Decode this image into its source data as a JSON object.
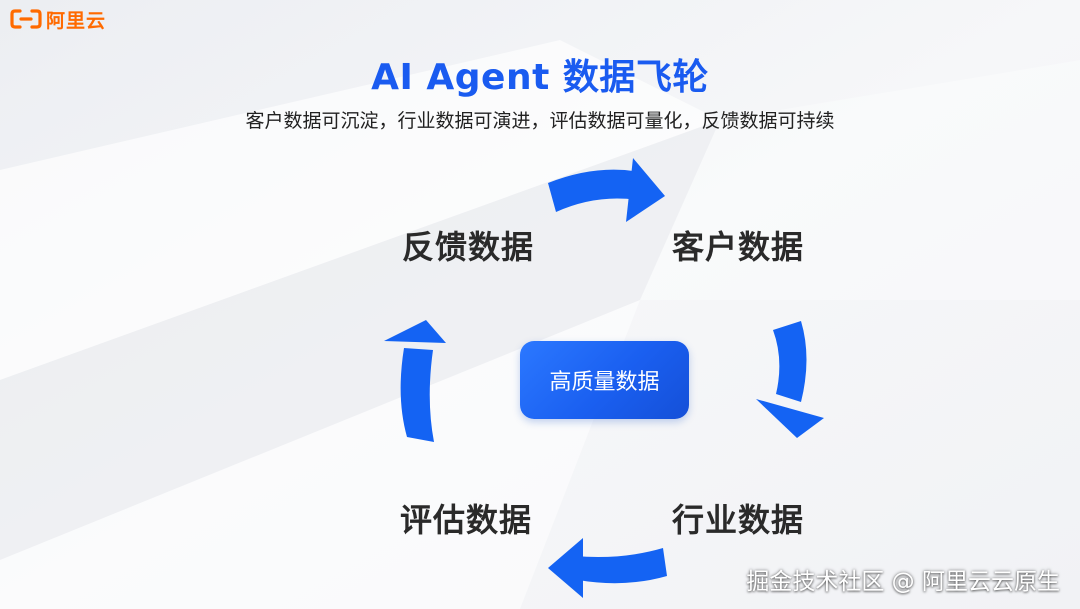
{
  "brand": {
    "logo_text": "阿里云",
    "color": "#ff6a00"
  },
  "title": "AI Agent 数据飞轮",
  "subtitle": "客户数据可沉淀，行业数据可演进，评估数据可量化，反馈数据可持续",
  "center_label": "高质量数据",
  "nodes": {
    "top_right": "客户数据",
    "bottom_right": "行业数据",
    "bottom_left": "评估数据",
    "top_left": "反馈数据"
  },
  "colors": {
    "accent": "#1a5bf0",
    "arrow": "#1463f3",
    "text": "#2a2a2a"
  },
  "watermark": "掘金技术社区 @ 阿里云云原生"
}
